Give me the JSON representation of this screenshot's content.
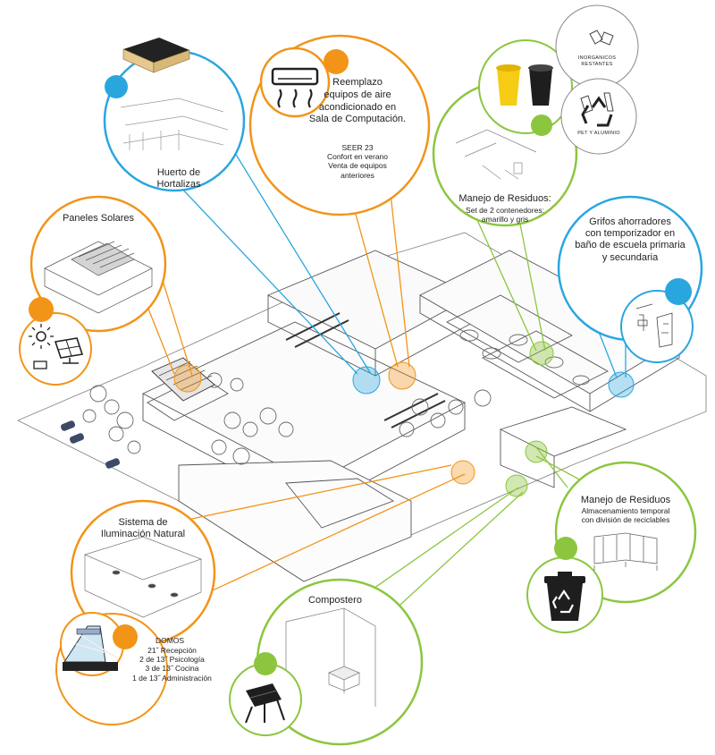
{
  "colors": {
    "blue": "#2aa6df",
    "orange": "#f29418",
    "green": "#8cc63f",
    "line": "#555555"
  },
  "huerto": {
    "title": "Huerto de\nHortalizas"
  },
  "aire": {
    "title": "Reemplazo\nequipos de aire\nacondicionado en\nSala de Computación.",
    "details": "SEER 23\nConfort en verano\nVenta de equipos\nanteriores",
    "icon": "air-conditioner-icon"
  },
  "residuos_top": {
    "title": "Manejo de Residuos:",
    "details": "Set de 2 contenedores:\namarillo y gris",
    "inorganicos": "INORGANICOS\nRESTANTES",
    "pet": "PET Y ALUMINIO",
    "icons": [
      "yellow-bin-icon",
      "gray-bin-icon",
      "recycle-icon"
    ]
  },
  "paneles": {
    "title": "Paneles Solares",
    "icon": "solar-panel-icon"
  },
  "grifos": {
    "title": "Grifos ahorradores\ncon temporizador en\nbaño de escuela primaria\ny secundaria"
  },
  "residuos_bottom": {
    "title": "Manejo de Residuos",
    "details": "Almacenamiento temporal\ncon división de reciclables",
    "icon": "recycle-bin-icon"
  },
  "iluminacion": {
    "title": "Sistema de\nIluminación Natural",
    "domos_title": "DOMOS",
    "domos": "21˝ Recepción\n2 de 13˝ Psicología\n3 de 13˝ Cocina\n1 de 13˝ Administración",
    "icon": "skylight-icon"
  },
  "compostero": {
    "title": "Compostero",
    "icon": "composter-icon"
  }
}
